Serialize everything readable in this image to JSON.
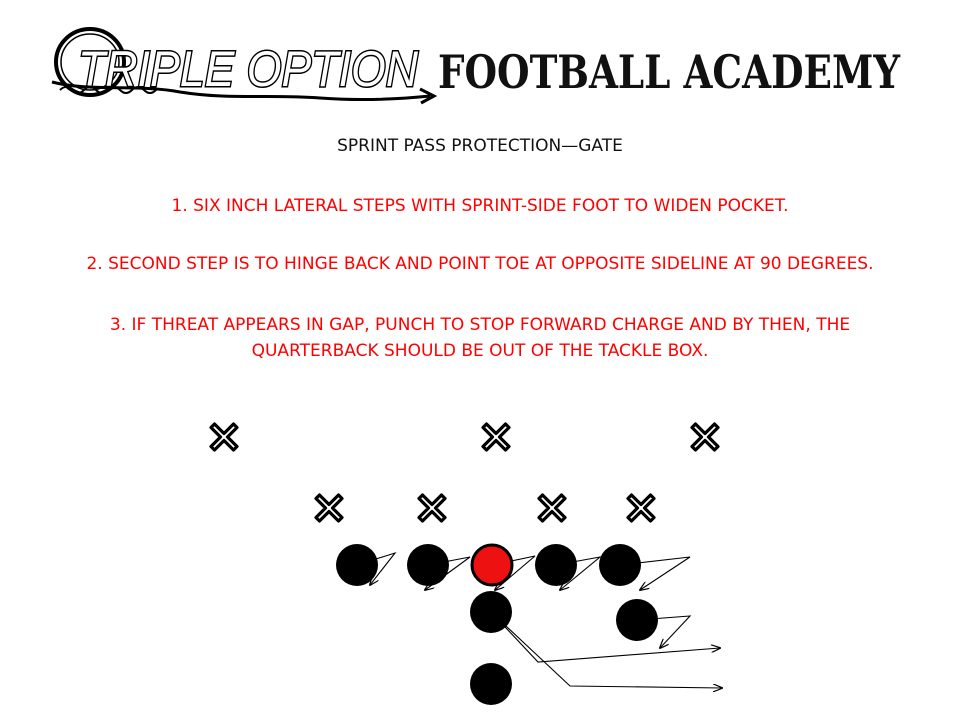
{
  "header": {
    "brand_script": "TRIPLE OPTION",
    "brand_block": "FOOTBALL ACADEMY"
  },
  "title": "SPRINT PASS PROTECTION—GATE",
  "steps": [
    {
      "text": "1.   SIX INCH LATERAL STEPS WITH SPRINT-SIDE FOOT TO WIDEN POCKET."
    },
    {
      "text": "2.   SECOND STEP IS TO HINGE BACK  AND POINT TOE AT OPPOSITE SIDELINE AT 90 DEGREES."
    },
    {
      "line1": "3.   IF THREAT APPEARS IN GAP, PUNCH TO STOP FORWARD CHARGE AND BY THEN, THE",
      "line2": "QUARTERBACK SHOULD BE OUT OF THE TACKLE BOX."
    }
  ],
  "colors": {
    "step_text": "#ff0000",
    "offense_player": "#000000",
    "center_highlight": "#ee1111",
    "defender_outline": "#000000"
  },
  "diagram": {
    "defenders_count": 7,
    "offensive_players_count": 8,
    "highlighted_player": "center"
  }
}
